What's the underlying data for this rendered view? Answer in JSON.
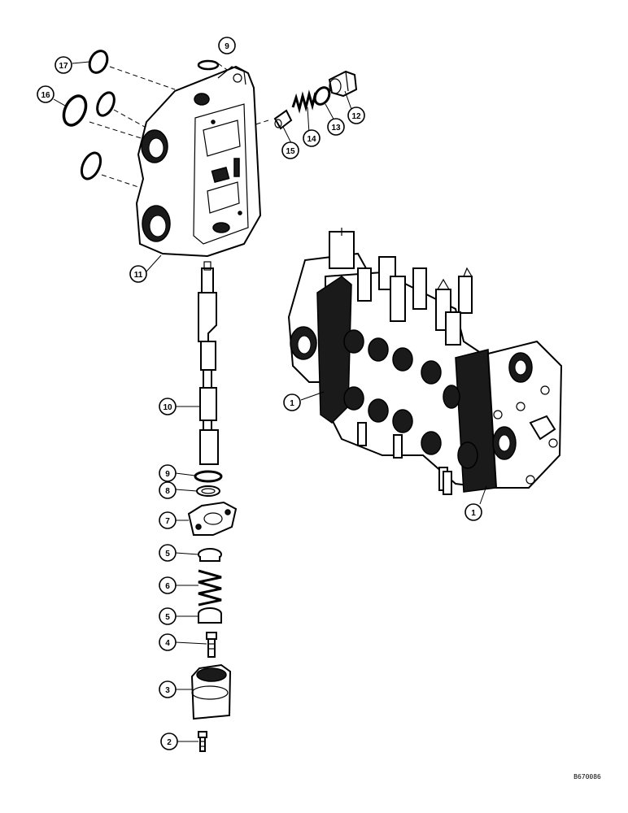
{
  "diagram": {
    "reference_code": "B670086",
    "callouts": [
      {
        "id": "c17",
        "label": "17"
      },
      {
        "id": "c9top",
        "label": "9"
      },
      {
        "id": "c16",
        "label": "16"
      },
      {
        "id": "c12",
        "label": "12"
      },
      {
        "id": "c13",
        "label": "13"
      },
      {
        "id": "c14",
        "label": "14"
      },
      {
        "id": "c15",
        "label": "15"
      },
      {
        "id": "c11",
        "label": "11"
      },
      {
        "id": "c10",
        "label": "10"
      },
      {
        "id": "c9",
        "label": "9"
      },
      {
        "id": "c8",
        "label": "8"
      },
      {
        "id": "c7",
        "label": "7"
      },
      {
        "id": "c5a",
        "label": "5"
      },
      {
        "id": "c6",
        "label": "6"
      },
      {
        "id": "c5b",
        "label": "5"
      },
      {
        "id": "c4",
        "label": "4"
      },
      {
        "id": "c3",
        "label": "3"
      },
      {
        "id": "c2",
        "label": "2"
      },
      {
        "id": "c1a",
        "label": "1"
      },
      {
        "id": "c1b",
        "label": "1"
      }
    ]
  }
}
